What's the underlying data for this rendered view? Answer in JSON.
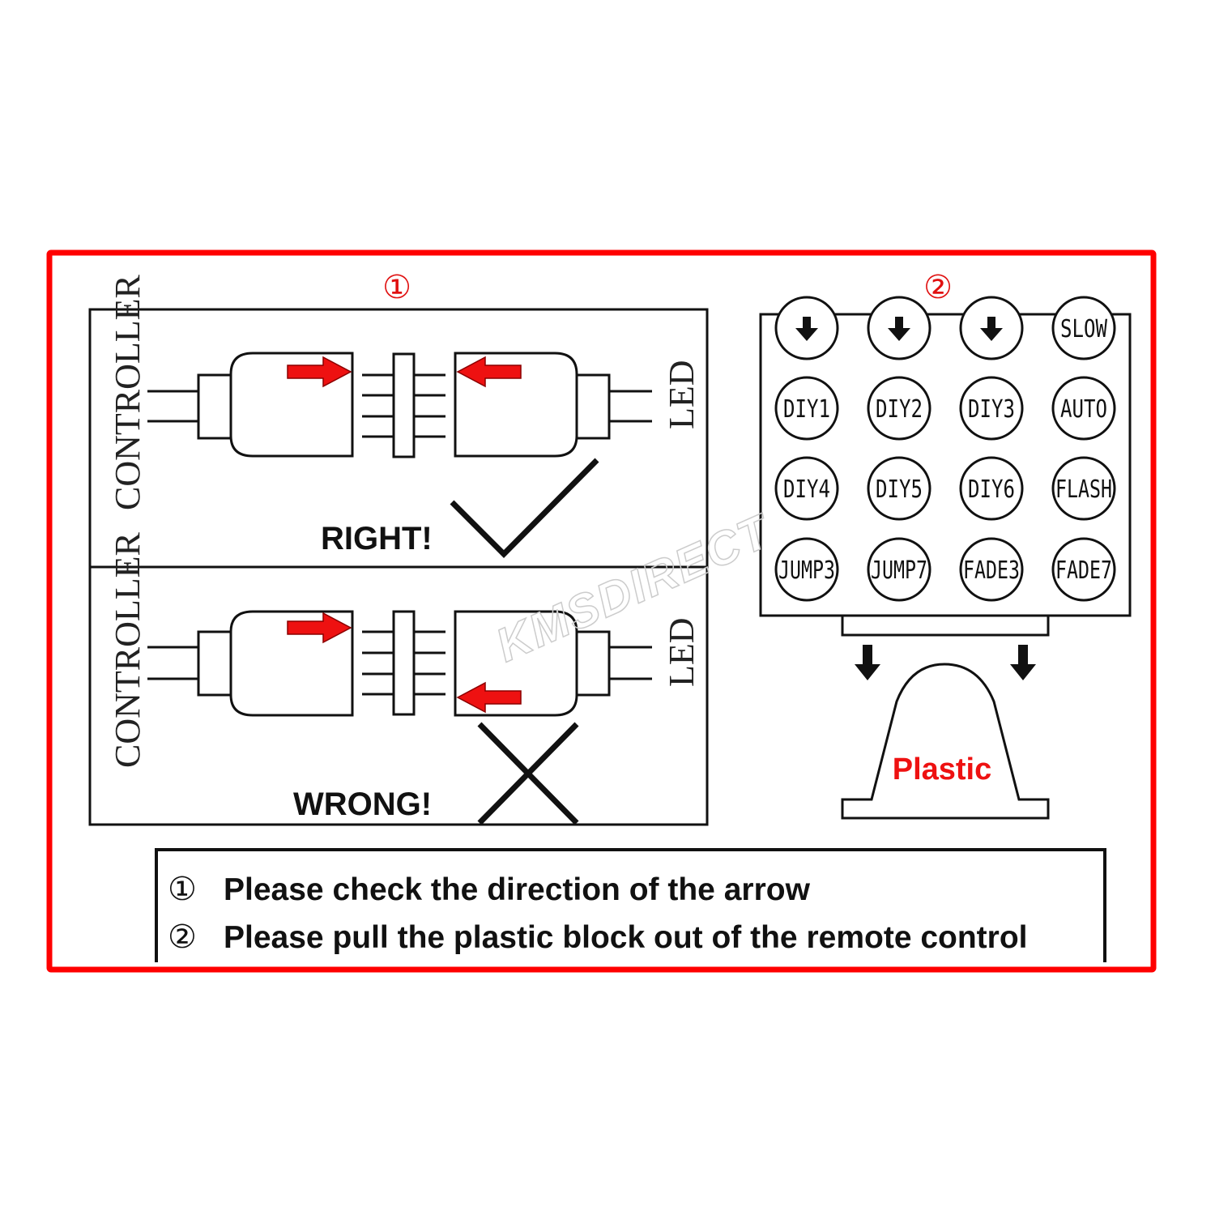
{
  "frame": {
    "border_color": "#ff0000"
  },
  "section1": {
    "marker": "①",
    "right_panel": {
      "left_label": "CONTROLLER",
      "right_label": "LED",
      "verdict": "RIGHT!",
      "verdict_icon": "checkmark-icon",
      "arrows": [
        "arrow-right-icon",
        "arrow-left-icon"
      ],
      "arrow_color": "#ee1111"
    },
    "wrong_panel": {
      "left_label": "CONTROLLER",
      "right_label": "LED",
      "verdict": "WRONG!",
      "verdict_icon": "cross-icon",
      "arrows": [
        "arrow-right-icon",
        "arrow-left-icon"
      ]
    }
  },
  "section2": {
    "marker": "②",
    "remote_buttons": [
      [
        "▼",
        "▼",
        "▼",
        "SLOW"
      ],
      [
        "DIY1",
        "DIY2",
        "DIY3",
        "AUTO"
      ],
      [
        "DIY4",
        "DIY5",
        "DIY6",
        "FLASH"
      ],
      [
        "JUMP3",
        "JUMP7",
        "FADE3",
        "FADE7"
      ]
    ],
    "plastic_label": "Plastic",
    "plastic_color": "#ee1111"
  },
  "watermark": "KMSDIRECT",
  "instructions": [
    {
      "marker": "①",
      "text": "Please check the direction of the arrow"
    },
    {
      "marker": "②",
      "text": "Please pull the plastic block out of the remote control"
    }
  ]
}
